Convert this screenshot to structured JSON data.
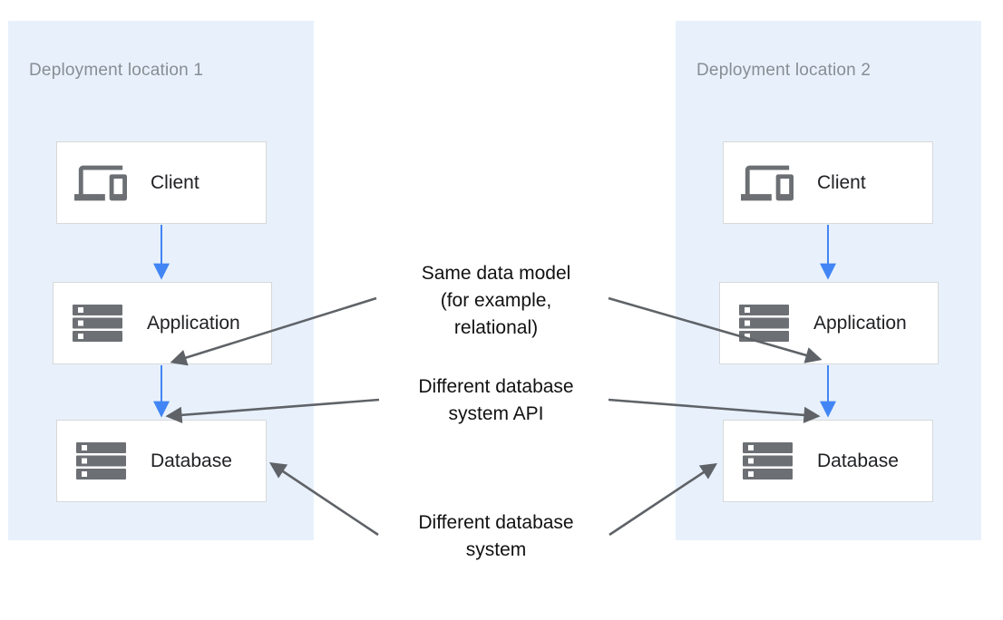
{
  "panels": [
    {
      "title": "Deployment location 1",
      "nodes": [
        {
          "label": "Client",
          "icon": "devices-icon"
        },
        {
          "label": "Application",
          "icon": "stack-icon"
        },
        {
          "label": "Database",
          "icon": "stack-icon"
        }
      ]
    },
    {
      "title": "Deployment location 2",
      "nodes": [
        {
          "label": "Client",
          "icon": "devices-icon"
        },
        {
          "label": "Application",
          "icon": "stack-icon"
        },
        {
          "label": "Database",
          "icon": "stack-icon"
        }
      ]
    }
  ],
  "annotations": [
    {
      "lines": [
        "Same data model",
        "(for example,",
        "relational)"
      ]
    },
    {
      "lines": [
        "Different database",
        "system API"
      ]
    },
    {
      "lines": [
        "Different database",
        "system"
      ]
    }
  ],
  "colors": {
    "panel_background": "#e8f1fb",
    "panel_title": "#878d94",
    "node_border": "#d7d8da",
    "node_icon": "#6c7074",
    "node_label": "#202124",
    "flow_arrow": "#4285f4",
    "annotation_arrow": "#5f6368",
    "annotation_text": "#111111"
  }
}
